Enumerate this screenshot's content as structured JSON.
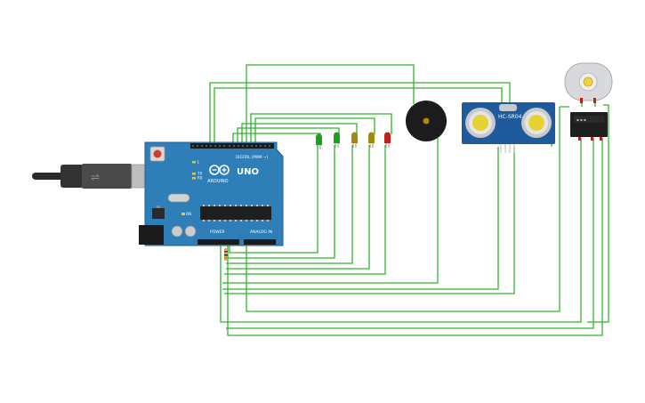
{
  "arduino": {
    "brand": "ARDUINO",
    "model": "UNO",
    "digital_label": "DIGITAL (PWM ~)",
    "power_label": "POWER",
    "analog_label": "ANALOG IN",
    "tx_label": "TX",
    "rx_label": "RX",
    "on_label": "ON",
    "l_label": "L"
  },
  "sensor": {
    "model": "HC-SR04"
  },
  "leds": [
    {
      "color": "#1f9e1f"
    },
    {
      "color": "#1f9e1f"
    },
    {
      "color": "#a08a10"
    },
    {
      "color": "#a08a10"
    },
    {
      "color": "#c0201a"
    }
  ],
  "colors": {
    "wire": "#2fb52f",
    "board": "#2e7fb8",
    "sensor_board": "#1f5a9c"
  }
}
